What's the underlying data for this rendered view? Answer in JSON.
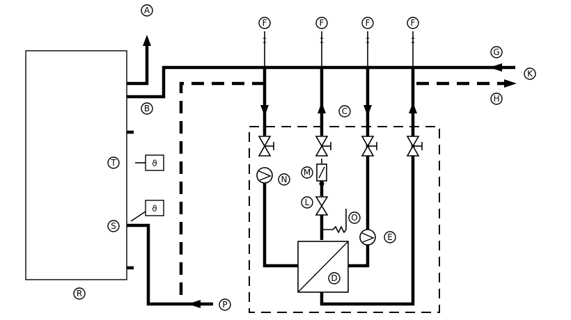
{
  "labels": {
    "A": "A",
    "B": "B",
    "C": "C",
    "D": "D",
    "E": "E",
    "F": "F",
    "G": "G",
    "H": "H",
    "K": "K",
    "L": "L",
    "M": "M",
    "N": "N",
    "O": "O",
    "P": "P",
    "R": "R",
    "S": "S",
    "T": "T"
  },
  "sensor_symbol": "ϑ",
  "colors": {
    "line": "#000000",
    "background": "#ffffff"
  }
}
